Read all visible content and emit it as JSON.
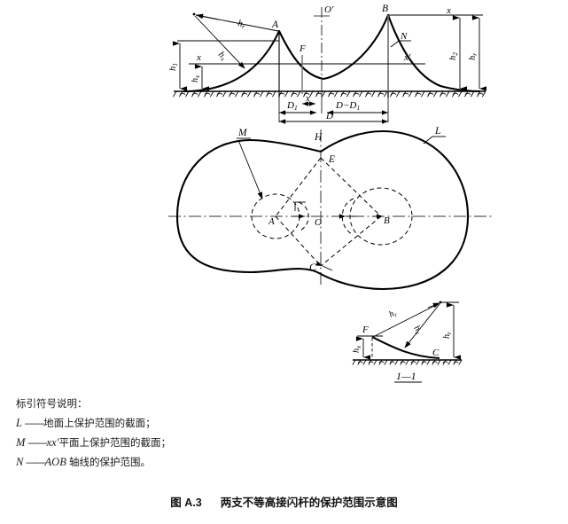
{
  "figure": {
    "caption_number": "图 A.3",
    "caption_title": "两支不等高接闪杆的保护范围示意图",
    "section_label": "1—1"
  },
  "legend": {
    "heading": "标引符号说明：",
    "items": [
      {
        "symbol": "L",
        "dash": "——",
        "text": "地面上保护范围的截面；"
      },
      {
        "symbol": "M",
        "dash": "——",
        "prefix": "xx′",
        "text": "平面上保护范围的截面；"
      },
      {
        "symbol": "N",
        "dash": "——",
        "prefix": "AOB",
        "text": " 轴线的保护范围。"
      }
    ]
  },
  "elevation_view": {
    "points": {
      "rod_a": "A",
      "rod_b": "B",
      "origin": "O′",
      "low_point": "F",
      "curve_label": "N"
    },
    "heights": {
      "h1": "h₁",
      "h2": "h₂",
      "hr_left": "hᵣ",
      "hr_right": "hᵣ",
      "hx_left": "hₓ",
      "hx_small": "hₓ"
    },
    "plane_labels": {
      "left": "x",
      "right": "x′"
    },
    "distances": {
      "d1": "D₁",
      "d_minus_d1": "D−D₁",
      "d": "D",
      "x_gap": "x"
    }
  },
  "plan_view": {
    "labels": {
      "m": "M",
      "l": "L",
      "h": "H",
      "e": "E",
      "c": "C",
      "a": "A",
      "o": "O",
      "b": "B"
    }
  },
  "section_view": {
    "labels": {
      "f": "F",
      "c": "C",
      "hr": "hᵣ",
      "hx_slant": "hₓ",
      "hr_right": "hᵣ",
      "hx_left": "hₓ"
    }
  },
  "colors": {
    "stroke": "#000000",
    "thin": "#3a3a3a",
    "gray": "#6e6e6e",
    "text": "#111111"
  }
}
